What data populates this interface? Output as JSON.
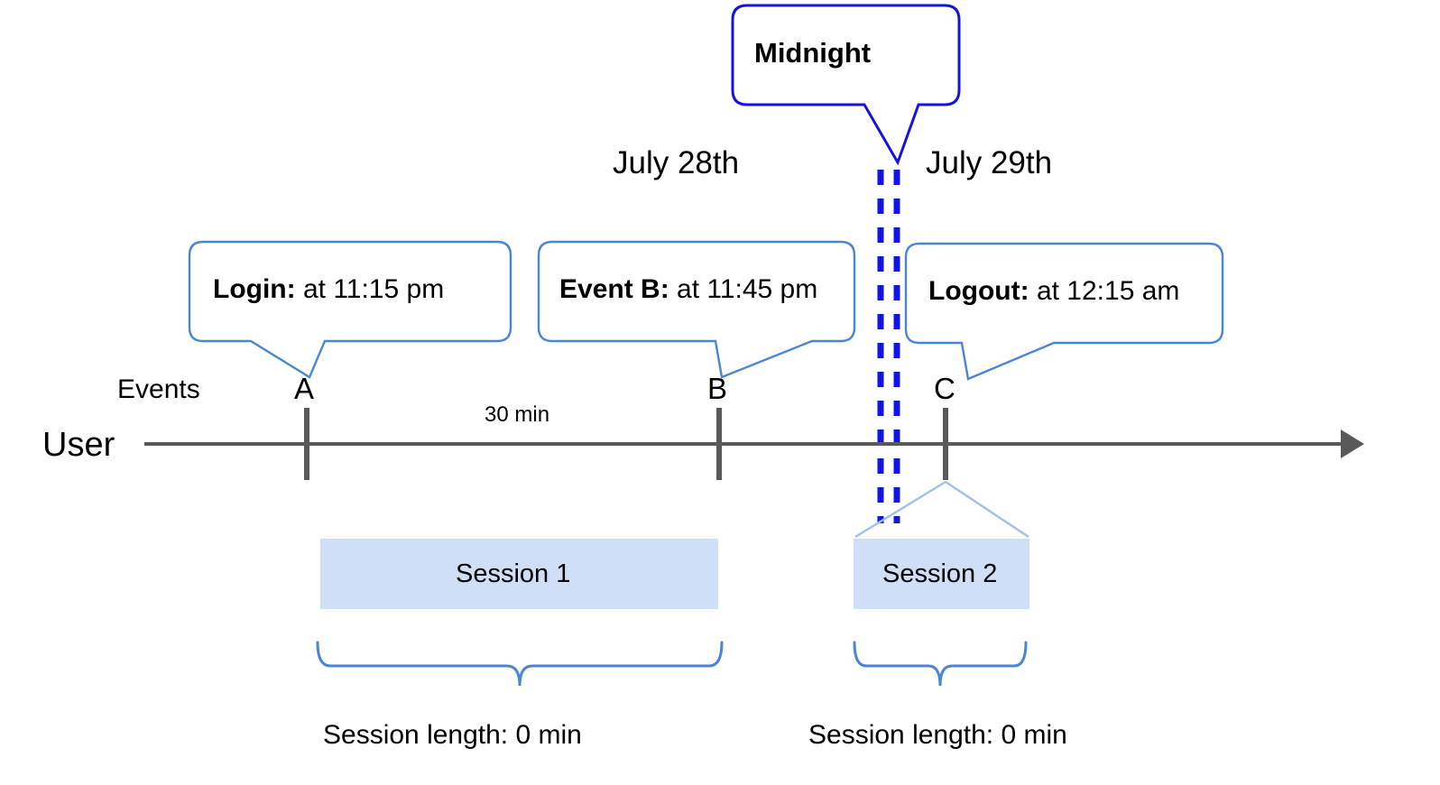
{
  "diagram": {
    "title_callout": {
      "label": "Midnight"
    },
    "dates": [
      {
        "label": "July 28th"
      },
      {
        "label": "July 29th"
      }
    ],
    "event_callouts": [
      {
        "bold": "Login:",
        "rest": " at 11:15 pm"
      },
      {
        "bold": "Event B:",
        "rest": " at 11:45 pm"
      },
      {
        "bold": "Logout:",
        "rest": " at 12:15 am"
      }
    ],
    "axis": {
      "row_label": "User",
      "events_label": "Events",
      "event_markers": [
        {
          "letter": "A"
        },
        {
          "letter": "B"
        },
        {
          "letter": "C"
        }
      ],
      "interval_label": "30 min"
    },
    "sessions": [
      {
        "label": "Session 1",
        "length_label": "Session length: 0 min"
      },
      {
        "label": "Session 2",
        "length_label": "Session length: 0 min"
      }
    ],
    "colors": {
      "callout_border": "#4a86d8",
      "midnight_border": "#1414e0",
      "midnight_dashes": "#1414e0",
      "axis": "#595959",
      "session_fill": "#cfdff7",
      "session_connector": "#9dc0ef",
      "brace": "#4a86d8"
    }
  }
}
